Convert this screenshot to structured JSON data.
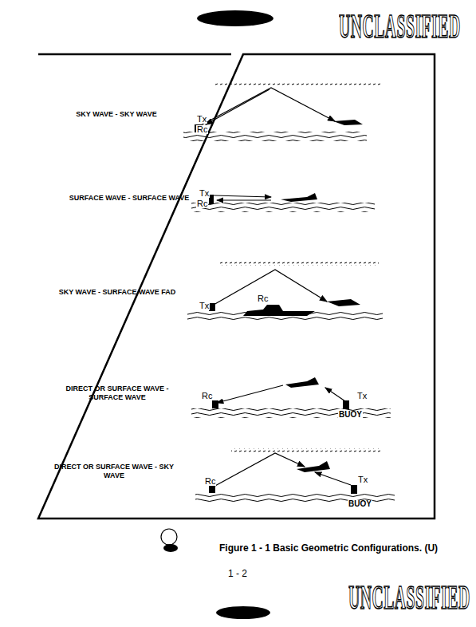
{
  "diagram": {
    "caption": "Figure 1 - 1 Basic Geometric Configurations. (U)",
    "labels": [
      "UNCLASSIFIED",
      "SKY WAVE - SKY WAVE",
      "Tx",
      "Rc",
      "SURFACE WAVE - SURFACE WAVE",
      "Tx",
      "Rc",
      "SKY WAVE - SURFACE WAVE FAD",
      "Tx",
      "Rc",
      "DIRECT OR SURFACE WAVE - SURFACE WAVE",
      "Rc",
      "Tx",
      "BUOY",
      "DIRECT OR SURFACE WAVE - SKY WAVE",
      "Rc",
      "Tx",
      "BUOY",
      "1 - 2",
      "UNCLASSIFIED"
    ]
  }
}
